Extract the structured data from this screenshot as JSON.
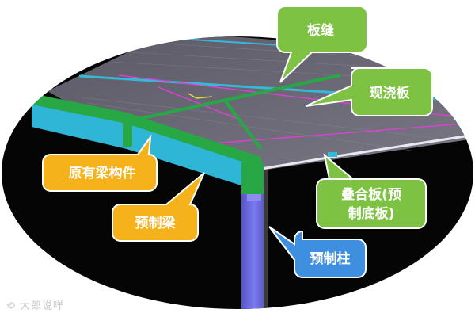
{
  "labels": {
    "slab_joint": "板缝",
    "cast_in_place_slab": "现浇板",
    "existing_beam": "原有梁构件",
    "precast_beam": "预制梁",
    "composite_slab_line1": "叠合板(预",
    "composite_slab_line2": "制底板)",
    "precast_column": "预制柱"
  },
  "watermark": "大郎说咩",
  "colors": {
    "green_callout": "#7dc242",
    "orange_callout": "#f5b21b",
    "blue_callout": "#3e8fe0",
    "slab": "#6e6b78",
    "beam_cyan": "#2fb6d6",
    "beam_green": "#27a844",
    "column_purple": "#6f6ee0",
    "magenta_line": "#e040d8",
    "background_dark": "#050505"
  }
}
